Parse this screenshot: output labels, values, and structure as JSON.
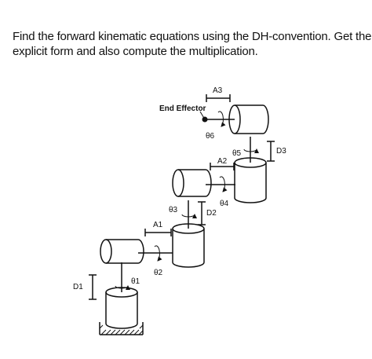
{
  "question": {
    "line1": "Find the forward kinematic equations using the DH-convention. Get the",
    "line2": "explicit form and also compute the multiplication."
  },
  "diagram": {
    "end_effector_label": "End Effector",
    "labels": {
      "A3": "A3",
      "theta6": "θ6",
      "theta5": "θ5",
      "D3": "D3",
      "A2": "A2",
      "theta3": "θ3",
      "theta4": "θ4",
      "D2": "D2",
      "A1": "A1",
      "theta2": "θ2",
      "D1": "D1",
      "theta1": "θ1"
    }
  }
}
